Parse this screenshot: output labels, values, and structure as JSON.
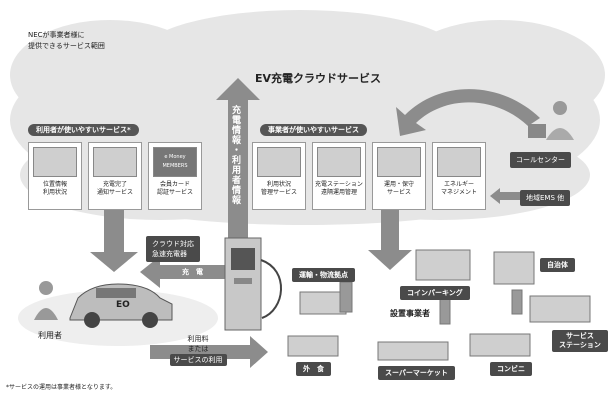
{
  "scope_note": {
    "line1": "NECが事業者様に",
    "line2": "提供できるサービス範囲"
  },
  "cloud_title": "EV充電クラウドサービス",
  "user_services": {
    "header": "利用者が使いやすいサービス*",
    "cards": [
      {
        "label": "位置情報\n利用状況"
      },
      {
        "label": "充電完了\n通知サービス"
      },
      {
        "label": "会員カード\n認証サービス",
        "badge_line1": "e Money",
        "badge_line2": "MEMBERS"
      }
    ]
  },
  "operator_services": {
    "header": "事業者が使いやすいサービス",
    "cards": [
      {
        "label": "利用状況\n管理サービス"
      },
      {
        "label": "充電ステーション\n遠隔運用管理"
      },
      {
        "label": "運用・保守\nサービス"
      },
      {
        "label": "エネルギー\nマネジメント"
      }
    ]
  },
  "arrow_label": "充電情報・利用者情報",
  "call_center": "コールセンター",
  "regional_ems": "地域EMS 他",
  "charger_label": {
    "line1": "クラウド対応",
    "line2": "急速充電器"
  },
  "charge": "充　電",
  "user": "利用者",
  "car_logo": "EO",
  "usage": {
    "line1": "利用料",
    "line2": "または",
    "line3": "サービスの利用"
  },
  "installers": "設置事業者",
  "locations": {
    "transport": "運輸・物流拠点",
    "parking": "コインパーキング",
    "municipality": "自治体",
    "service_station": "サービス\nステーション",
    "restaurant": "外　食",
    "supermarket": "スーパーマーケット",
    "convenience": "コンビニ"
  },
  "footnote": "*サービスの運用は事業者様となります。",
  "colors": {
    "cloud": "#e6e6e6",
    "arrow": "#8c8c8c",
    "dark": "#4a4a4a"
  }
}
